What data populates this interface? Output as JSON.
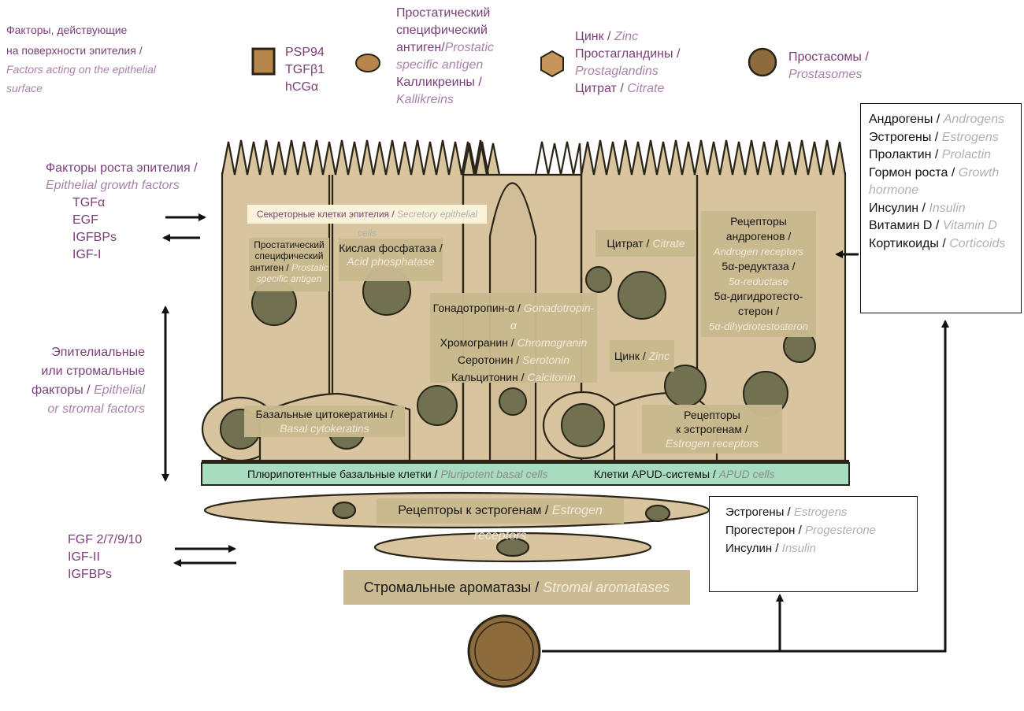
{
  "legend": {
    "surface_title_ru_1": "Факторы, действующие",
    "surface_title_ru_2": "на поверхности эпителия /",
    "surface_title_en_1": "Factors acting on the epithelial",
    "surface_title_en_2": "surface",
    "square_items": [
      "PSP94",
      "TGFβ1",
      "hCGα"
    ],
    "psa_ru_1": "Простатический",
    "psa_ru_2": "специфический",
    "psa_ru_3": "антиген/",
    "psa_en_1": "Prostatic",
    "psa_en_2": "specific antigen",
    "kallikrein_ru": "Калликреины /",
    "kallikrein_en": "Kallikreins",
    "zinc_ru": "Цинк / ",
    "zinc_en": "Zinc",
    "prostaglandins_ru": "Простагландины /",
    "prostaglandins_en": "Prostaglandins",
    "citrate_ru": "Цитрат / ",
    "citrate_en": "Citrate",
    "prostasomes_ru": "Простасомы /",
    "prostasomes_en": "Prostasomes"
  },
  "left": {
    "growth_ru": "Факторы роста эпителия /",
    "growth_en": "Epithelial growth factors",
    "growth_items": [
      "TGFα",
      "EGF",
      "IGFBPs",
      "IGF-I"
    ],
    "factors_ru_1": "Эпителиальные",
    "factors_ru_2": "или стромальные",
    "factors_ru_3": "факторы / ",
    "factors_en_1": "Epithelial",
    "factors_en_2": "or stromal factors",
    "stromal_items": [
      "FGF 2/7/9/10",
      "IGF-II",
      "IGFBPs"
    ]
  },
  "cells": {
    "secretory_ru": "Секреторные клетки эпителия / ",
    "secretory_en": "Secretory epithelial cells",
    "psa_ru_1": "Простатический",
    "psa_ru_2": "специфический",
    "psa_ru_3": "антиген / ",
    "psa_en_1": "Prostatic",
    "psa_en_2": "specific antigen",
    "acid_ru": "Кислая фосфатаза /",
    "acid_en": "Acid phosphatase",
    "neuro_rows": [
      {
        "ru": "Гонадотропин-α / ",
        "en": "Gonadotropin-α"
      },
      {
        "ru": "Хромогранин / ",
        "en": "Chromogranin"
      },
      {
        "ru": "Серотонин / ",
        "en": "Serotonin"
      },
      {
        "ru": "Кальцитонин / ",
        "en": "Calcitonin"
      }
    ],
    "citrate_ru": "Цитрат / ",
    "citrate_en": "Citrate",
    "zinc_ru": "Цинк / ",
    "zinc_en": "Zinc",
    "ar_ru_1": "Рецепторы",
    "ar_ru_2": "андрогенов /",
    "ar_en": "Androgen receptors",
    "red_ru": "5α-редуктаза /",
    "red_en": "5α-reductase",
    "dht_ru_1": "5α-дигидротесто-",
    "dht_ru_2": "стерон /",
    "dht_en": "5α-dihydrotestosteron",
    "basal_ru": "Базальные цитокератины /",
    "basal_en": "Basal cytokeratins",
    "er_ru_1": "Рецепторы",
    "er_ru_2": "к эстрогенам /",
    "er_en": "Estrogen receptors"
  },
  "basal_band": {
    "pluri_ru": "Плюрипотентные базальные клетки / ",
    "pluri_en": "Pluripotent basal cells",
    "apud_ru": "Клетки APUD-системы / ",
    "apud_en": "APUD cells"
  },
  "stroma": {
    "er_ru": "Рецепторы к эстрогенам / ",
    "er_en": "Estrogen receptors",
    "arom_ru": "Стромальные ароматазы / ",
    "arom_en": "Stromal aromatases"
  },
  "hormone_box_top": [
    {
      "ru": "Андрогены / ",
      "en": "Androgens"
    },
    {
      "ru": "Эстрогены / ",
      "en": "Estrogens"
    },
    {
      "ru": "Пролактин / ",
      "en": "Prolactin"
    },
    {
      "ru": "Гормон роста / ",
      "en": "Growth"
    },
    {
      "ru": "",
      "en": "hormone"
    },
    {
      "ru": "Инсулин / ",
      "en": "Insulin"
    },
    {
      "ru": "Витамин D / ",
      "en": "Vitamin D"
    },
    {
      "ru": "Кортикоиды / ",
      "en": "Corticoids"
    }
  ],
  "hormone_box_bottom": [
    {
      "ru": "Эстрогены / ",
      "en": "Estrogens"
    },
    {
      "ru": "Прогестерон / ",
      "en": "Progesterone"
    },
    {
      "ru": "Инсулин / ",
      "en": "Insulin"
    }
  ],
  "colors": {
    "cell_fill": "#d8c49e",
    "cell_stroke": "#2a2418",
    "nucleus": "#6f7150",
    "basal_band": "#a8dcc0",
    "label_bg": "#c9b98f",
    "accent_purple": "#7a3f78"
  }
}
